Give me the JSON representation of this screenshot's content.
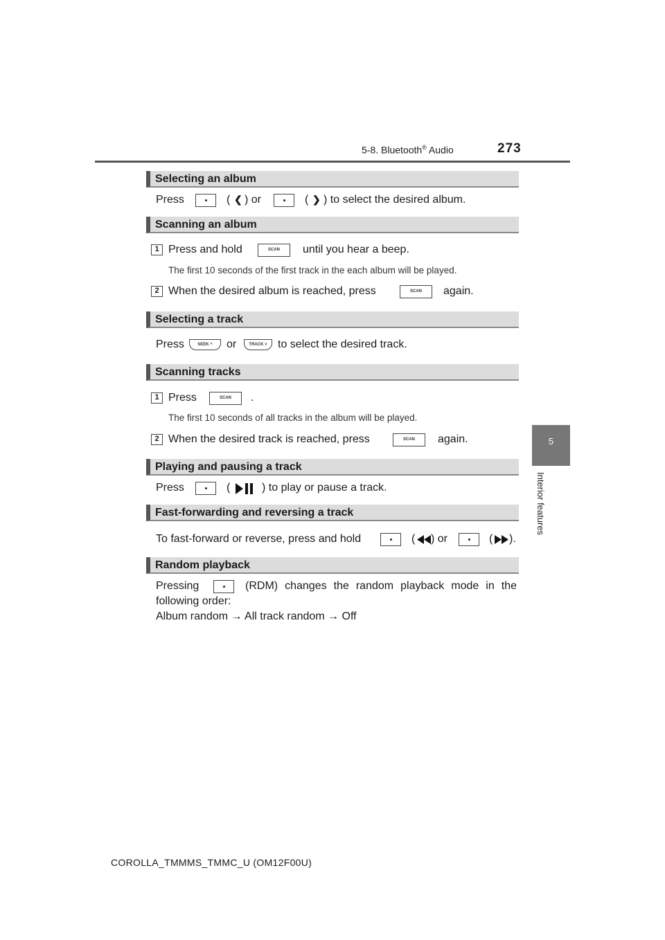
{
  "header": {
    "chapter": "5-8. Bluetooth",
    "chapter_sup": "®",
    "chapter_suffix": " Audio",
    "page_number": "273"
  },
  "side_tab": {
    "number": "5",
    "label": "Interior features"
  },
  "sections": {
    "selecting_album": {
      "heading": "Selecting an album",
      "press": "Press",
      "open1": "(",
      "close1": ") or",
      "open2": "(",
      "close2": ") to select the desired album."
    },
    "scanning_album": {
      "heading": "Scanning an album",
      "step1_num": "1",
      "step1_a": "Press and hold",
      "step1_b": "until you hear a beep.",
      "note": "The first 10 seconds of the first track in the each album will be played.",
      "step2_num": "2",
      "step2_a": "When the desired album is reached, press",
      "step2_b": "again."
    },
    "selecting_track": {
      "heading": "Selecting a track",
      "press": "Press",
      "or": "or",
      "rest": "to select the desired track."
    },
    "scanning_tracks": {
      "heading": "Scanning tracks",
      "step1_num": "1",
      "step1_a": "Press",
      "step1_b": ".",
      "note": "The first 10 seconds of all tracks in the album will be played.",
      "step2_num": "2",
      "step2_a": "When the desired track is reached, press",
      "step2_b": "again."
    },
    "play_pause": {
      "heading": "Playing and pausing a track",
      "press": "Press",
      "open": "(",
      "close": ") to play or pause a track."
    },
    "ff_rev": {
      "heading": "Fast-forwarding and reversing a track",
      "text": "To fast-forward or reverse, press and hold",
      "open1": "(",
      "close1": ") or",
      "open2": "(",
      "close2": ")."
    },
    "random": {
      "heading": "Random playback",
      "pressing": "Pressing",
      "rest": "(RDM) changes the random playback mode in the",
      "line2": "following order:",
      "line3": "Album random → All track random → Off"
    }
  },
  "button_labels": {
    "scan": "SCAN",
    "seek": "SEEK",
    "track": "TRACK"
  },
  "footer": "COROLLA_TMMMS_TMMC_U (OM12F00U)"
}
